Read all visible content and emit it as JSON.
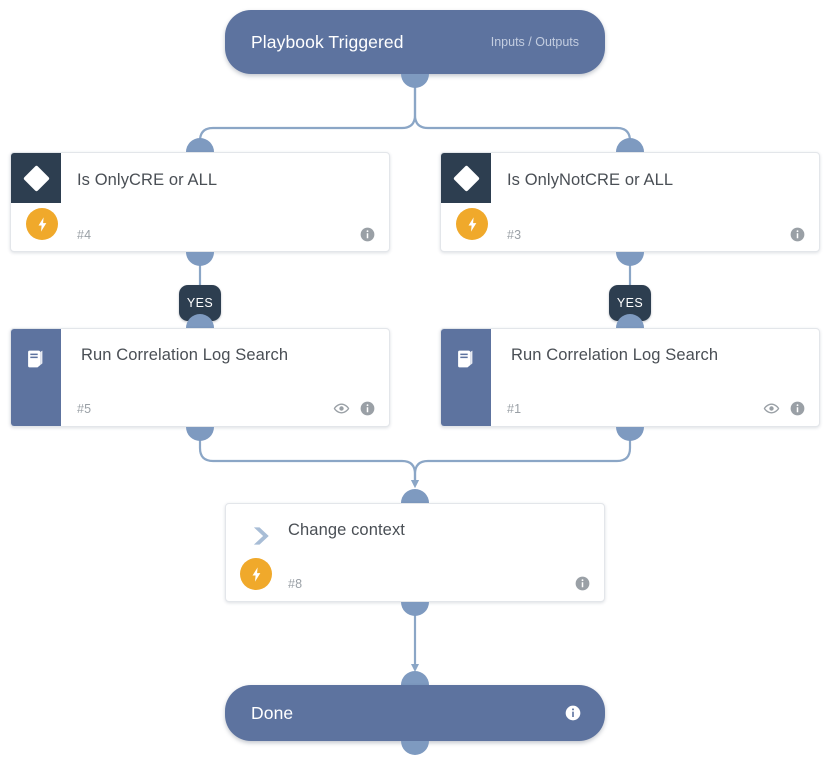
{
  "canvas": {
    "background": "#ffffff",
    "accent_slate": "#5d739f",
    "accent_navy": "#2d3e50",
    "accent_orange": "#f0a92b",
    "edge_color": "#8ba6c6",
    "port_color": "#7e9ac0"
  },
  "nodes": {
    "trigger": {
      "title": "Playbook Triggered",
      "subtitle": "Inputs / Outputs",
      "type": "start",
      "icon": "none"
    },
    "condition_left": {
      "title": "Is OnlyCRE or ALL",
      "number": "#4",
      "type": "condition",
      "icon": "diamond-icon",
      "badge": "bolt-icon",
      "info": "info-icon"
    },
    "condition_right": {
      "title": "Is OnlyNotCRE or ALL",
      "number": "#3",
      "type": "condition",
      "icon": "diamond-icon",
      "badge": "bolt-icon",
      "info": "info-icon"
    },
    "action_left": {
      "title": "Run Correlation Log Search",
      "number": "#5",
      "type": "action",
      "icon": "book-icon",
      "eye": "eye-icon",
      "info": "info-icon"
    },
    "action_right": {
      "title": "Run Correlation Log Search",
      "number": "#1",
      "type": "action",
      "icon": "book-icon",
      "eye": "eye-icon",
      "info": "info-icon"
    },
    "change_context": {
      "title": "Change context",
      "number": "#8",
      "type": "action",
      "icon": "chevron-right-icon",
      "badge": "bolt-icon",
      "info": "info-icon"
    },
    "done": {
      "title": "Done",
      "type": "end",
      "info": "info-icon"
    }
  },
  "edge_labels": {
    "left_yes": "YES",
    "right_yes": "YES"
  }
}
